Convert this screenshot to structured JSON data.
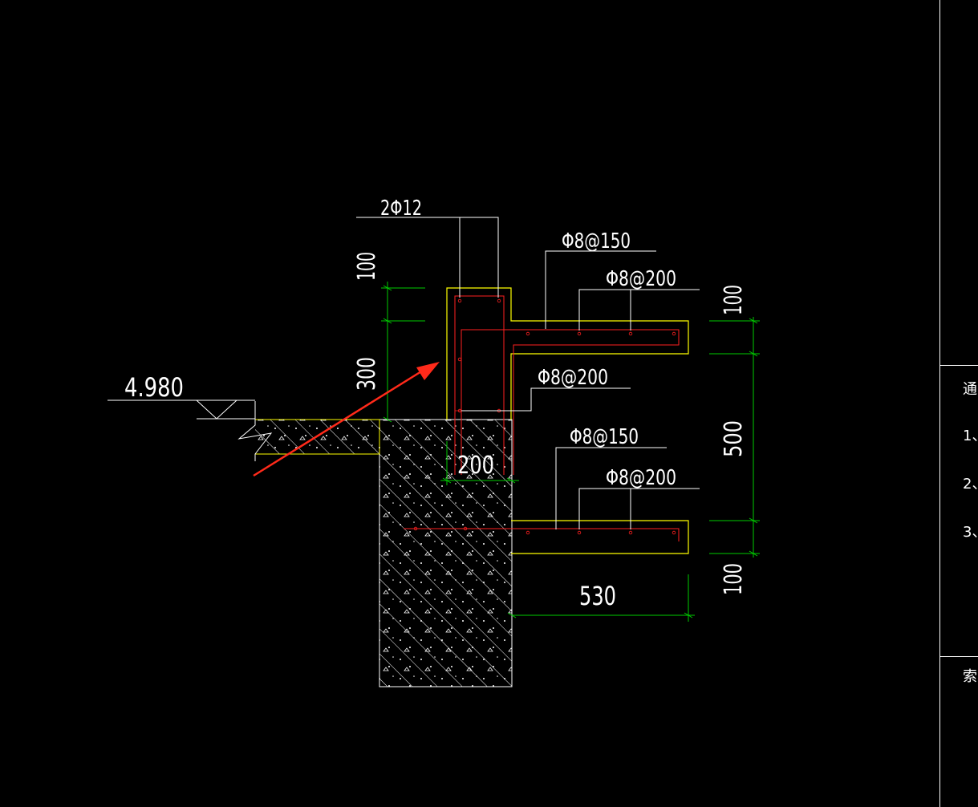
{
  "colors": {
    "background": "#000000",
    "line_white": "#ffffff",
    "concrete_outline": "#ffff00",
    "rebar_red": "#ff2020",
    "dimension_green": "#00cc00",
    "arrow_red": "#ff2a1a"
  },
  "labels": {
    "top_bars": "2Φ12",
    "upper_bar_150": "Φ8@150",
    "upper_bar_200": "Φ8@200",
    "stirrup_200": "Φ8@200",
    "lower_bar_150": "Φ8@150",
    "lower_bar_200": "Φ8@200",
    "elevation": "4.980"
  },
  "dimensions": {
    "left_top": "100",
    "left_mid": "300",
    "col_width": "200",
    "right_top": "100",
    "right_mid": "500",
    "right_bottom": "100",
    "bottom_width": "530"
  },
  "side_panel": {
    "header": "通",
    "items": [
      "1、",
      "2、",
      "3、"
    ],
    "footer": "索"
  }
}
